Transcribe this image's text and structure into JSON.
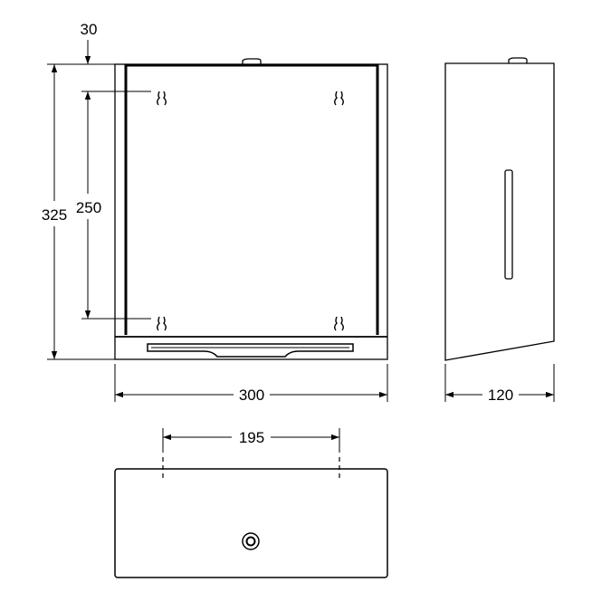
{
  "dimensions": {
    "top_offset": "30",
    "height_total": "325",
    "hole_spacing_vertical": "250",
    "width": "300",
    "depth": "120",
    "hole_spacing_horizontal": "195"
  },
  "colors": {
    "line": "#000000",
    "background": "#ffffff"
  }
}
